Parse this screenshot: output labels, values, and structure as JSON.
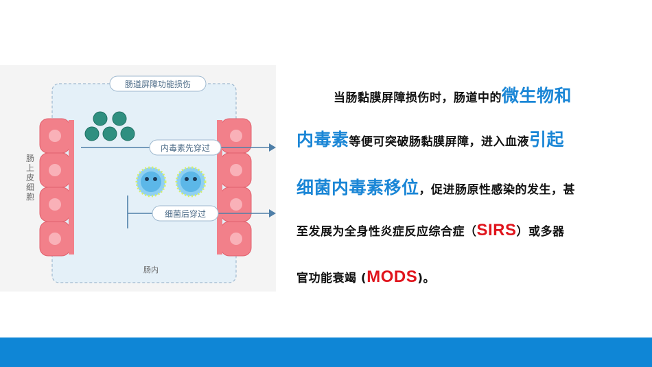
{
  "diagram": {
    "title": "肠道屏障功能损伤",
    "side_label": [
      "肠",
      "上",
      "皮",
      "细",
      "胞"
    ],
    "arrow1_label": "内毒素先穿过",
    "arrow2_label": "细菌后穿过",
    "bottom_label": "肠内"
  },
  "paragraph": {
    "l1_a": "当肠黏膜屏障损伤时，肠道中的",
    "l1_b": "微生物和",
    "l2_a": "内毒素",
    "l2_b": "等便可突破肠黏膜屏障，进入血液",
    "l2_c": "引起",
    "l3_a": "细菌内毒素移位",
    "l3_b": "，促进肠原性感染的发生，甚",
    "l4_a": "至发展为全身性炎症反应综合症（",
    "l4_b": "SIRS",
    "l4_c": "）或多器",
    "l5_a": "官功能衰竭 (",
    "l5_b": "MODS",
    "l5_c": ")。"
  },
  "colors": {
    "highlight_blue": "#1a86d6",
    "highlight_red": "#e0141c",
    "bar": "#0f86d6",
    "cell": "#f2808a"
  }
}
